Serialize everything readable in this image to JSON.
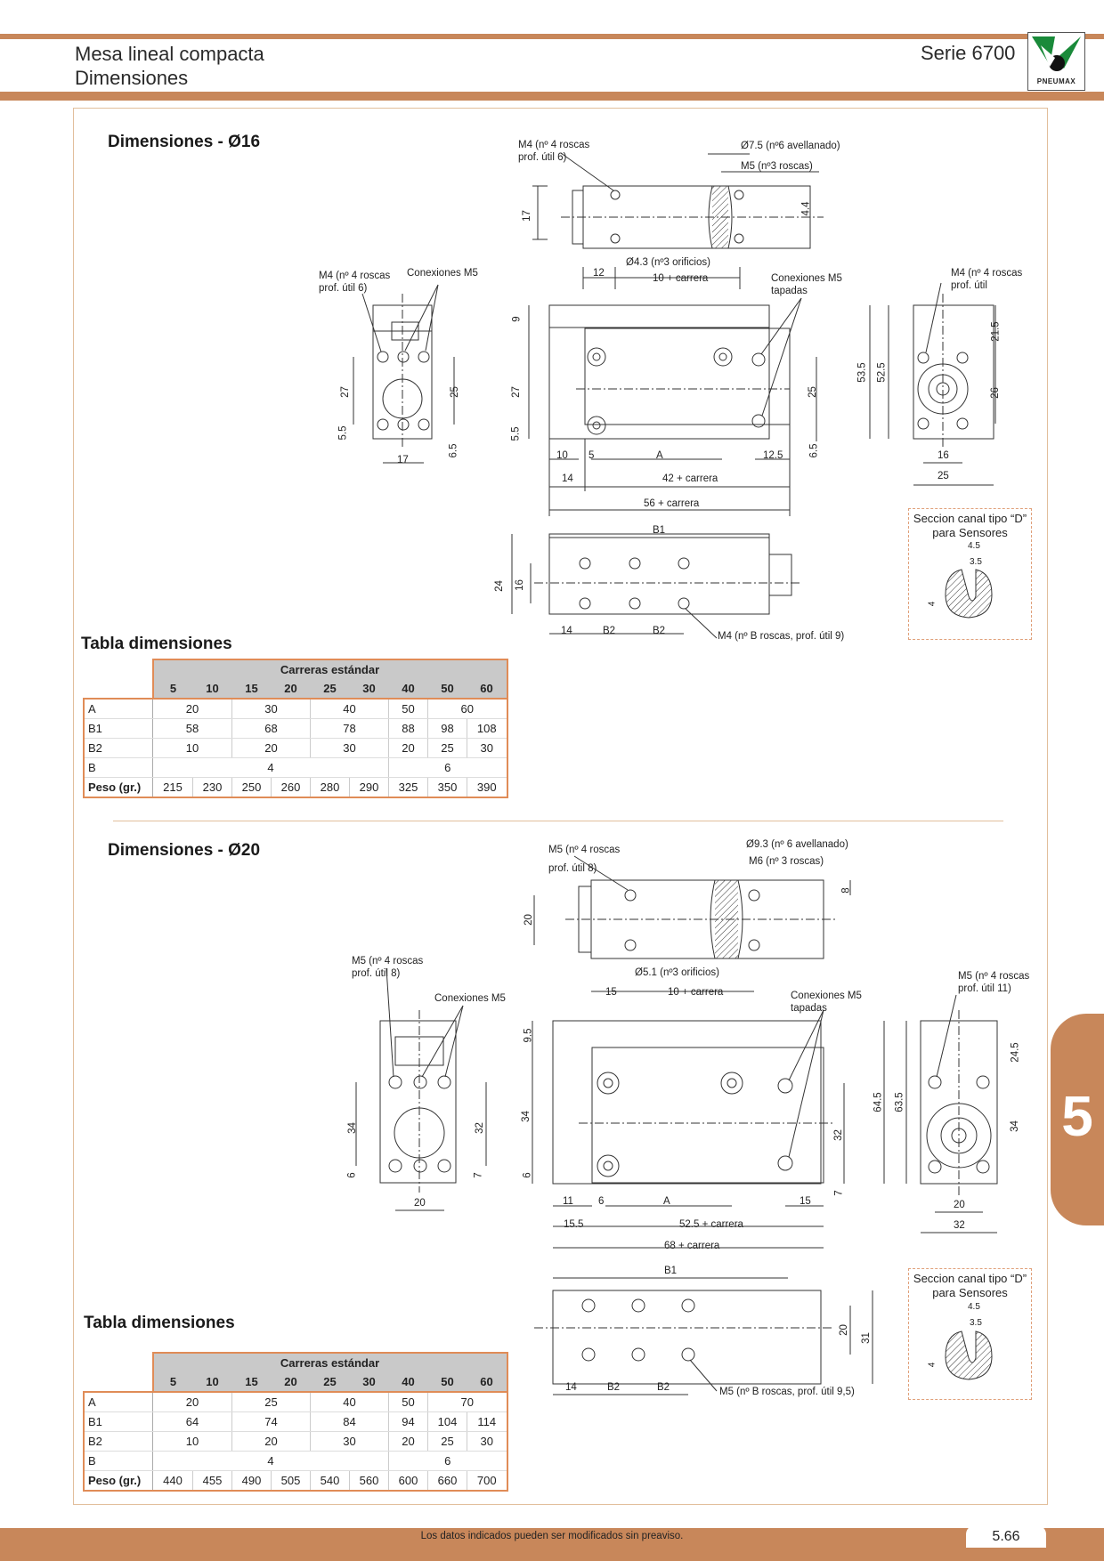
{
  "header": {
    "title_line1": "Mesa lineal compacta",
    "title_line2": "Dimensiones",
    "series": "Serie 6700",
    "logo_text": "PNEUMAX"
  },
  "side_tab": "5",
  "footer": {
    "notice": "Los datos indicados pueden ser modificados sin preaviso.",
    "page_number": "5.66"
  },
  "section16": {
    "title": "Dimensiones - Ø16",
    "table_title": "Tabla dimensiones",
    "labels": {
      "m4_roscas": "M4 (nº 4 roscas",
      "m4_prof": "prof. útil 6)",
      "avellanado": "Ø7.5 (nº6 avellanado)",
      "m5_roscas": "M5 (nº3 roscas)",
      "orificios": "Ø4.3 (nº3 orificios)",
      "side_m4_roscas": "M4 (nº 4 roscas",
      "side_m4_prof": "prof. útil 6)",
      "conexiones": "Conexiones M5",
      "conexiones_tap1": "Conexiones M5",
      "conexiones_tap2": "tapadas",
      "right_m4_roscas": "M4 (nº 4 roscas",
      "right_m4_prof": "prof. útil",
      "bottom_m4": "M4 (nº B roscas, prof. útil 9)",
      "sensor_title1": "Seccion canal tipo “D”",
      "sensor_title2": "para Sensores"
    },
    "dims": {
      "d17": "17",
      "d4_4": "4.4",
      "d12": "12",
      "d10c": "10 + carrera",
      "s27": "27",
      "s25": "25",
      "s5_5": "5.5",
      "s6_5": "6.5",
      "s17": "17",
      "f9": "9",
      "f27": "27",
      "f5_5": "5.5",
      "f25": "25",
      "f6_5": "6.5",
      "f10": "10",
      "f5": "5",
      "fA": "A",
      "f12_5": "12.5",
      "f14": "14",
      "f42c": "42 + carrera",
      "f56c": "56 + carrera",
      "r53_5": "53.5",
      "r52_5": "52.5",
      "r21_5": "21.5",
      "r26": "26",
      "r16": "16",
      "r25": "25",
      "bB1": "B1",
      "b24": "24",
      "b16": "16",
      "b14": "14",
      "bB2a": "B2",
      "bB2b": "B2",
      "sens4_5": "4.5",
      "sens3_5": "3.5",
      "sens4": "4"
    },
    "table": {
      "header": "Carreras estándar",
      "strokes": [
        "5",
        "10",
        "15",
        "20",
        "25",
        "30",
        "40",
        "50",
        "60"
      ],
      "rows": [
        {
          "label": "A",
          "cells": [
            {
              "v": "20",
              "span": 2
            },
            {
              "v": "30",
              "span": 2
            },
            {
              "v": "40",
              "span": 2
            },
            {
              "v": "50",
              "span": 1
            },
            {
              "v": "60",
              "span": 2
            }
          ]
        },
        {
          "label": "B1",
          "cells": [
            {
              "v": "58",
              "span": 2
            },
            {
              "v": "68",
              "span": 2
            },
            {
              "v": "78",
              "span": 2
            },
            {
              "v": "88",
              "span": 1
            },
            {
              "v": "98",
              "span": 1
            },
            {
              "v": "108",
              "span": 1
            }
          ]
        },
        {
          "label": "B2",
          "cells": [
            {
              "v": "10",
              "span": 2
            },
            {
              "v": "20",
              "span": 2
            },
            {
              "v": "30",
              "span": 2
            },
            {
              "v": "20",
              "span": 1
            },
            {
              "v": "25",
              "span": 1
            },
            {
              "v": "30",
              "span": 1
            }
          ]
        },
        {
          "label": "B",
          "cells": [
            {
              "v": "4",
              "span": 6
            },
            {
              "v": "6",
              "span": 3
            }
          ]
        },
        {
          "label": "Peso (gr.)",
          "bold": true,
          "cells": [
            {
              "v": "215",
              "span": 1
            },
            {
              "v": "230",
              "span": 1
            },
            {
              "v": "250",
              "span": 1
            },
            {
              "v": "260",
              "span": 1
            },
            {
              "v": "280",
              "span": 1
            },
            {
              "v": "290",
              "span": 1
            },
            {
              "v": "325",
              "span": 1
            },
            {
              "v": "350",
              "span": 1
            },
            {
              "v": "390",
              "span": 1
            }
          ]
        }
      ]
    }
  },
  "section20": {
    "title": "Dimensiones - Ø20",
    "table_title": "Tabla dimensiones",
    "labels": {
      "m5_roscas": "M5 (nº 4 roscas",
      "m5_prof": "prof. útil 8)",
      "avellanado": "Ø9.3 (nº 6 avellanado)",
      "m6_roscas": "M6 (nº 3 roscas)",
      "orificios": "Ø5.1 (nº3 orificios)",
      "side_m5_roscas": "M5 (nº 4 roscas",
      "side_m5_prof": "prof. útil 8)",
      "conexiones": "Conexiones M5",
      "conexiones_tap1": "Conexiones M5",
      "conexiones_tap2": "tapadas",
      "right_m5_roscas": "M5 (nº 4 roscas",
      "right_m5_prof": "prof. útil 11)",
      "bottom_m5": "M5 (nº B roscas, prof. útil 9,5)",
      "sensor_title1": "Seccion canal tipo “D”",
      "sensor_title2": "para Sensores"
    },
    "dims": {
      "d20": "20",
      "d8": "8",
      "d15": "15",
      "d10c": "10 + carrera",
      "s34": "34",
      "s32": "32",
      "s6": "6",
      "s7": "7",
      "s20": "20",
      "f9_5": "9.5",
      "f34": "34",
      "f6": "6",
      "f32": "32",
      "f7": "7",
      "f11": "11",
      "f6b": "6",
      "fA": "A",
      "f15": "15",
      "f15_5": "15.5",
      "f52_5c": "52.5 + carrera",
      "f68c": "68 + carrera",
      "r64_5": "64.5",
      "r63_5": "63.5",
      "r24_5": "24.5",
      "r34": "34",
      "r20": "20",
      "r32": "32",
      "bB1": "B1",
      "b20": "20",
      "b31": "31",
      "b14": "14",
      "bB2a": "B2",
      "bB2b": "B2",
      "sens4_5": "4.5",
      "sens3_5": "3.5",
      "sens4": "4"
    },
    "table": {
      "header": "Carreras estándar",
      "strokes": [
        "5",
        "10",
        "15",
        "20",
        "25",
        "30",
        "40",
        "50",
        "60"
      ],
      "rows": [
        {
          "label": "A",
          "cells": [
            {
              "v": "20",
              "span": 2
            },
            {
              "v": "25",
              "span": 2
            },
            {
              "v": "40",
              "span": 2
            },
            {
              "v": "50",
              "span": 1
            },
            {
              "v": "70",
              "span": 2
            }
          ]
        },
        {
          "label": "B1",
          "cells": [
            {
              "v": "64",
              "span": 2
            },
            {
              "v": "74",
              "span": 2
            },
            {
              "v": "84",
              "span": 2
            },
            {
              "v": "94",
              "span": 1
            },
            {
              "v": "104",
              "span": 1
            },
            {
              "v": "114",
              "span": 1
            }
          ]
        },
        {
          "label": "B2",
          "cells": [
            {
              "v": "10",
              "span": 2
            },
            {
              "v": "20",
              "span": 2
            },
            {
              "v": "30",
              "span": 2
            },
            {
              "v": "20",
              "span": 1
            },
            {
              "v": "25",
              "span": 1
            },
            {
              "v": "30",
              "span": 1
            }
          ]
        },
        {
          "label": "B",
          "cells": [
            {
              "v": "4",
              "span": 6
            },
            {
              "v": "6",
              "span": 3
            }
          ]
        },
        {
          "label": "Peso (gr.)",
          "bold": true,
          "cells": [
            {
              "v": "440",
              "span": 1
            },
            {
              "v": "455",
              "span": 1
            },
            {
              "v": "490",
              "span": 1
            },
            {
              "v": "505",
              "span": 1
            },
            {
              "v": "540",
              "span": 1
            },
            {
              "v": "560",
              "span": 1
            },
            {
              "v": "600",
              "span": 1
            },
            {
              "v": "660",
              "span": 1
            },
            {
              "v": "700",
              "span": 1
            }
          ]
        }
      ]
    }
  }
}
